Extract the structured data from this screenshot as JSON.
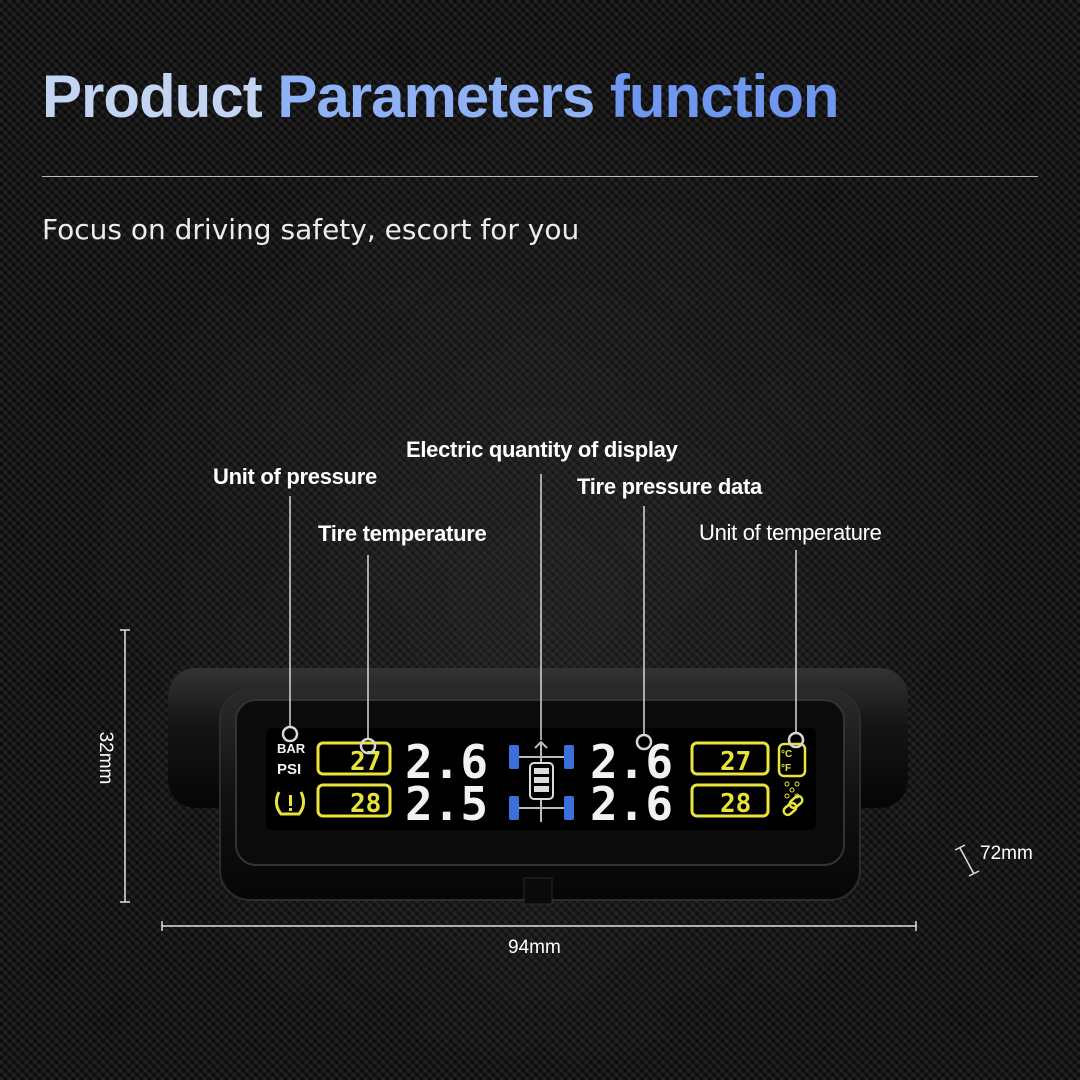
{
  "title": {
    "part1": "Product",
    "part2": "Parameters",
    "part3": "function"
  },
  "subtitle": "Focus on driving safety, escort for you",
  "callouts": {
    "unit_of_pressure": "Unit of pressure",
    "tire_temperature": "Tire temperature",
    "electric_quantity": "Electric quantity of display",
    "tire_pressure_data": "Tire pressure data",
    "unit_of_temperature": "Unit of temperature"
  },
  "dimensions": {
    "height": "32mm",
    "width": "94mm",
    "depth": "72mm"
  },
  "display": {
    "unit_bar": "BAR",
    "unit_psi": "PSI",
    "temp_front_left": "27",
    "temp_rear_left": "28",
    "temp_front_right": "27",
    "temp_rear_right": "28",
    "pressure_front_left": "2.6",
    "pressure_rear_left": "2.5",
    "pressure_front_right": "2.6",
    "pressure_rear_right": "2.6",
    "unit_c": "°C",
    "unit_f": "°F"
  },
  "colors": {
    "lcd_yellow": "#e8e43a",
    "lcd_white": "#f2f2f2",
    "lcd_blue": "#3b6fd9",
    "title_light": "#c4d4f3",
    "title_blue": "#6f97ef"
  }
}
